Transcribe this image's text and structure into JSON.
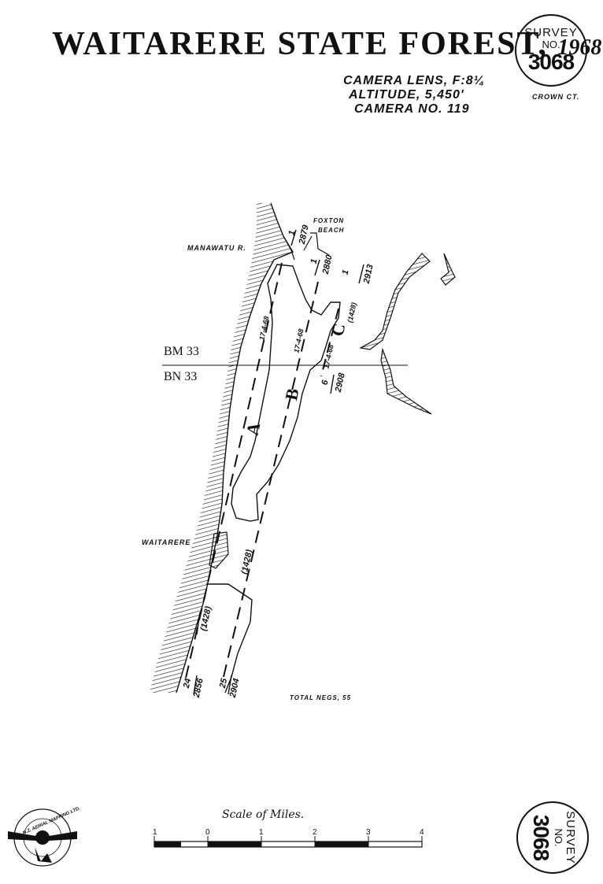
{
  "title": {
    "name": "WAITARERE STATE FOREST",
    "sep": ",",
    "year": "1968"
  },
  "camera": {
    "lens": "CAMERA LENS, F:8¼",
    "altitude": "ALTITUDE, 5,450'",
    "number": "CAMERA NO. 119"
  },
  "survey_top": {
    "line1": "SURVEY",
    "line2": "NO.",
    "number": "3068"
  },
  "survey_bottom": {
    "line1": "SURVEY",
    "line2": "NO.",
    "number": "3068"
  },
  "crown": "CROWN CT.",
  "places": {
    "manawatu": "MANAWATU R.",
    "foxton_1": "FOXTON",
    "foxton_2": "BEACH",
    "waitarere": "WAITARERE"
  },
  "grid": {
    "upper": "BM 33",
    "lower": "BN 33"
  },
  "runs": {
    "a": "A",
    "b": "B",
    "c": "C"
  },
  "flight": {
    "dates": [
      "17-4-68",
      "17-4-68",
      "17-4-68"
    ],
    "focal": [
      "(1428)",
      "(1428)",
      "(1428)"
    ],
    "frames": {
      "f1_top": "1",
      "f1_bot": "2879",
      "f2_top": "1",
      "f2_bot": "2880",
      "f3_top": "1",
      "f3_bot": "2913",
      "f4_top": "6",
      "f4_bot": "2908",
      "f5_top": "24",
      "f5_bot": "2856",
      "f6_top": "25",
      "f6_bot": "2904"
    }
  },
  "total_negs": "TOTAL NEGS, 55",
  "scale": {
    "title": "Scale of Miles.",
    "ticks": [
      "1",
      "0",
      "1",
      "2",
      "3",
      "4"
    ]
  },
  "logo": {
    "text": "N.Z. AERIAL MAPPING LTD."
  },
  "colors": {
    "ink": "#111111",
    "paper": "#ffffff"
  }
}
